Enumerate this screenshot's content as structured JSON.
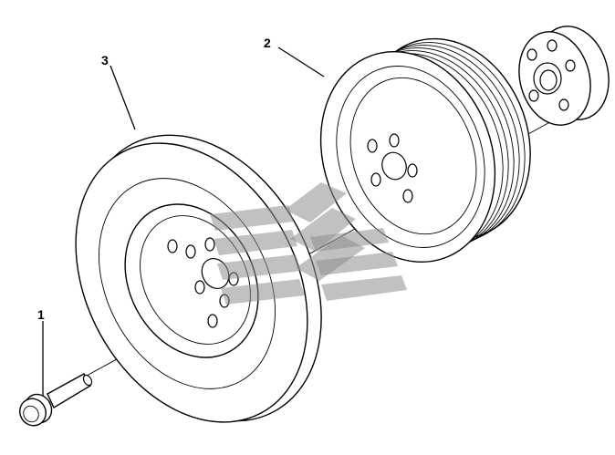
{
  "callouts": [
    {
      "id": "1",
      "text": "1",
      "part": "bolt"
    },
    {
      "id": "2",
      "text": "2",
      "part": "pulley"
    },
    {
      "id": "3",
      "text": "3",
      "part": "damper"
    }
  ],
  "colors": {
    "line": "#000000",
    "background": "#ffffff",
    "watermark": "#8e8e8e"
  }
}
